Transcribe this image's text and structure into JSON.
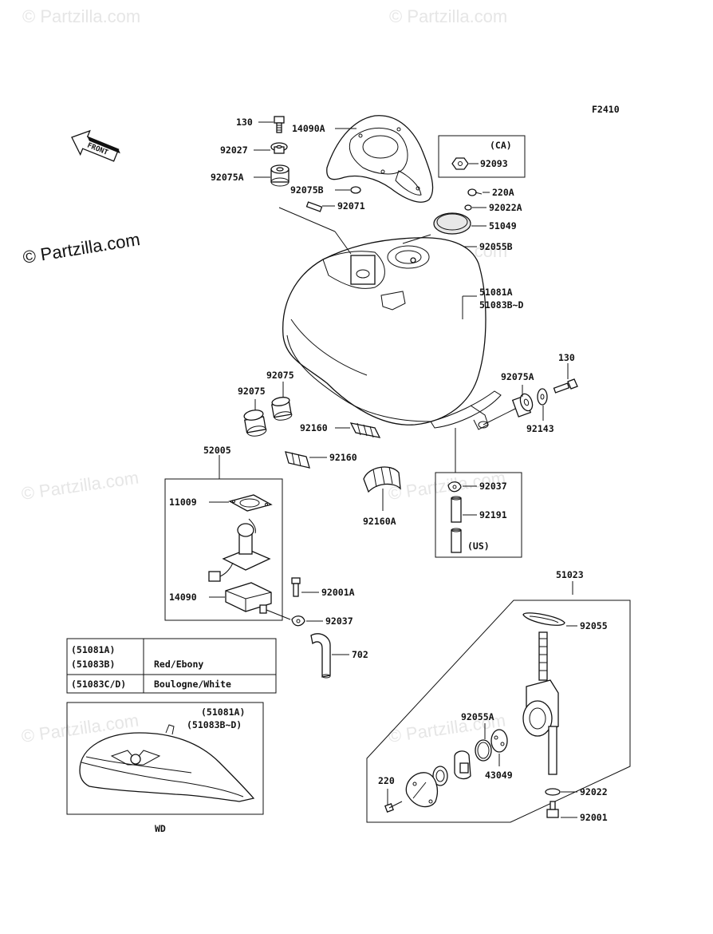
{
  "diagram_code": "F2410",
  "front_label": "FRONT",
  "credit": "© Partzilla.com",
  "watermark": "© Partzilla.com",
  "callouts": {
    "p130_top": "130",
    "p14090A": "14090A",
    "p92027": "92027",
    "p92075A_left": "92075A",
    "p92075B": "92075B",
    "p92071": "92071",
    "ca_label": "(CA)",
    "p92093": "92093",
    "p220A": "220A",
    "p92022A": "92022A",
    "p51049": "51049",
    "p92055B": "92055B",
    "p51081A": "51081A",
    "p51083B_D": "51083B~D",
    "p130_right": "130",
    "p92075A_right": "92075A",
    "p92143": "92143",
    "p92075_a": "92075",
    "p92075_b": "92075",
    "p92160_a": "92160",
    "p92160_b": "92160",
    "p92160A": "92160A",
    "p52005": "52005",
    "p11009": "11009",
    "p92001A": "92001A",
    "p14090": "14090",
    "p92037_low": "92037",
    "p92037_us": "92037",
    "p92191": "92191",
    "us_label": "(US)",
    "p51023": "51023",
    "p92055": "92055",
    "p702": "702",
    "p92055A": "92055A",
    "p43049": "43049",
    "p220": "220",
    "p92022": "92022",
    "p92001": "92001"
  },
  "color_table": {
    "rows": [
      {
        "codes": [
          "(51081A)",
          "(51083B)"
        ],
        "color": "Red/Ebony"
      },
      {
        "codes": [
          "(51083C/D)"
        ],
        "color": "Boulogne/White"
      }
    ]
  },
  "inset": {
    "codes": [
      "(51081A)",
      "(51083B~D)"
    ],
    "caption": "WD"
  }
}
